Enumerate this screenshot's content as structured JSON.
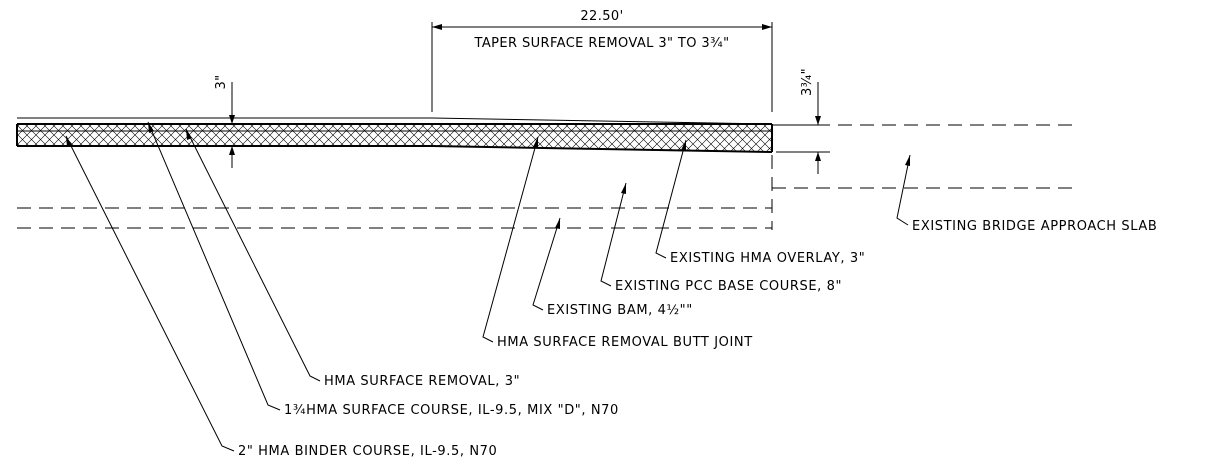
{
  "dimensions": {
    "taper_length": "22.50'",
    "taper_note": "TAPER SURFACE REMOVAL 3\" TO 3¾\"",
    "left_depth": "3\"",
    "right_depth": "3¾\""
  },
  "callouts": {
    "bridge_slab": "EXISTING BRIDGE APPROACH SLAB",
    "hma_overlay": "EXISTING HMA OVERLAY, 3\"",
    "pcc_base": "EXISTING PCC BASE COURSE, 8\"",
    "bam": "EXISTING BAM, 4½\"\"",
    "butt_joint": "HMA SURFACE REMOVAL BUTT JOINT",
    "surface_removal": "HMA SURFACE REMOVAL, 3\"",
    "surface_course": "1¾HMA SURFACE COURSE, IL-9.5, MIX \"D\", N70",
    "binder_course": "2\" HMA BINDER COURSE, IL-9.5, N70"
  }
}
